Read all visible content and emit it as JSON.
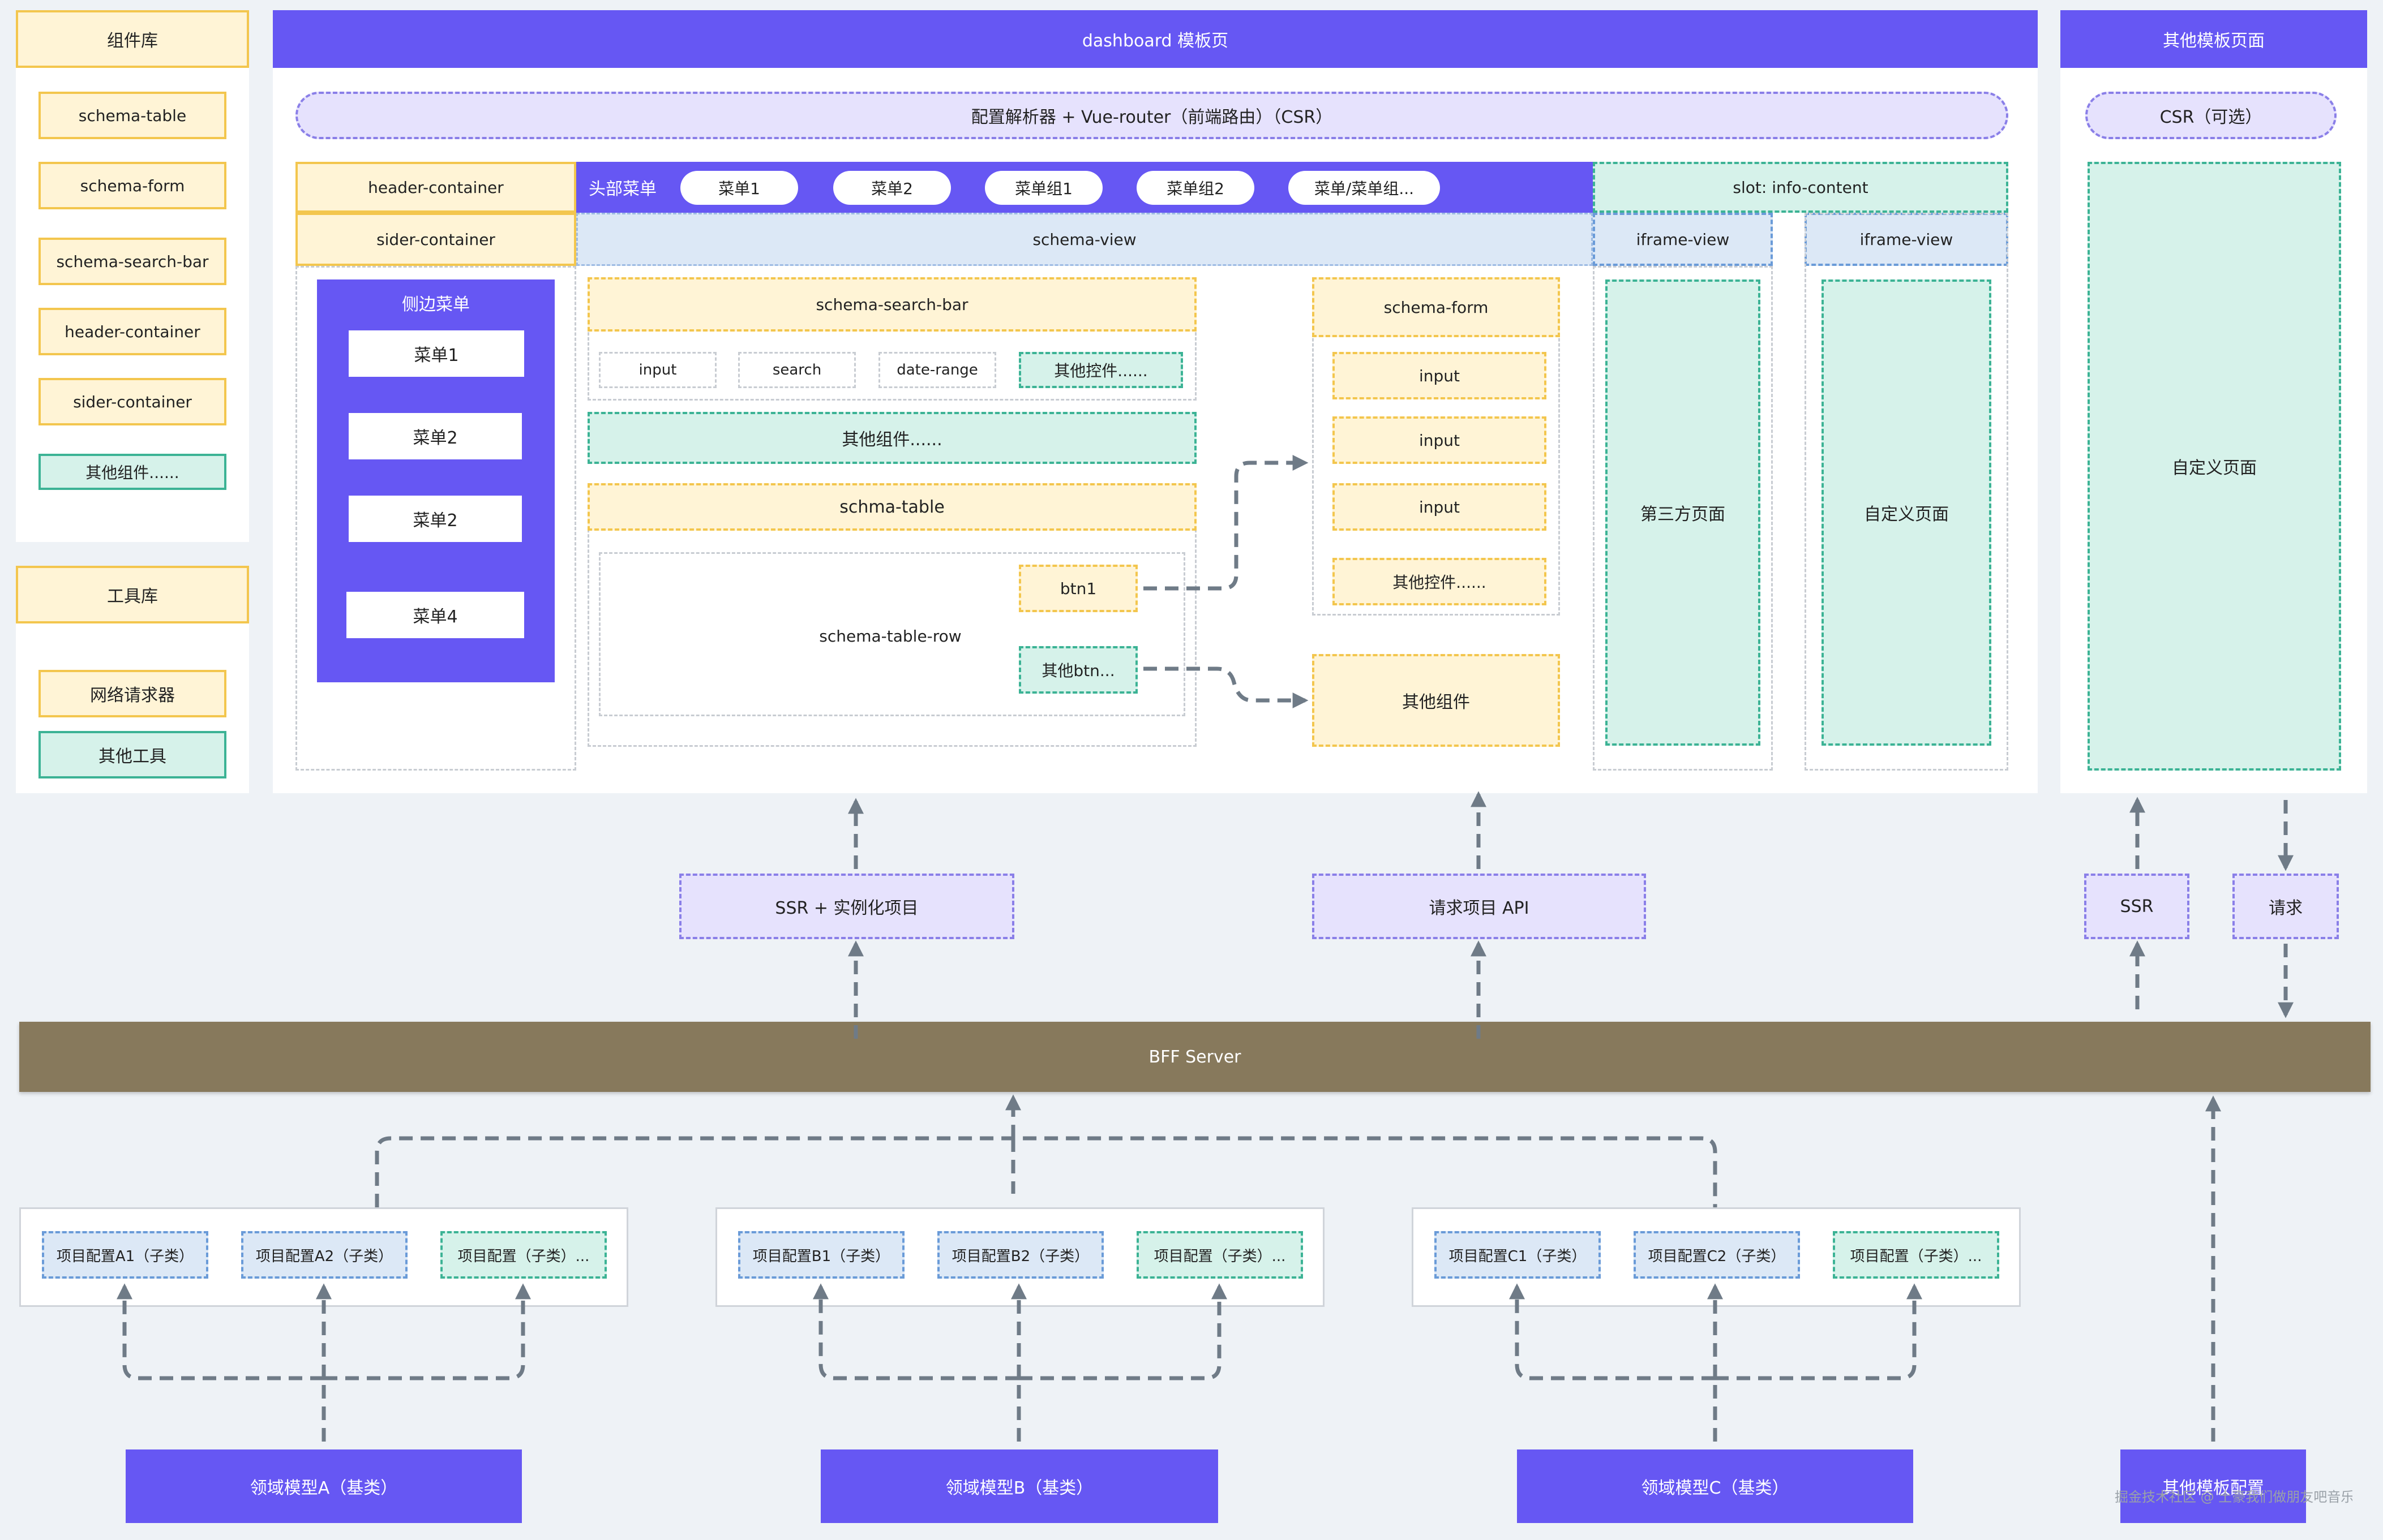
{
  "lib": {
    "title": "组件库",
    "items": [
      "schema-table",
      "schema-form",
      "schema-search-bar",
      "header-container",
      "sider-container"
    ],
    "other": "其他组件......"
  },
  "tools": {
    "title": "工具库",
    "item1": "网络请求器",
    "item2": "其他工具"
  },
  "dashboard": {
    "title": "dashboard 模板页",
    "parser": "配置解析器 + Vue-router（前端路由）（CSR）",
    "header_container": "header-container",
    "sider_container": "sider-container",
    "top_menu_label": "头部菜单",
    "top_menu_items": [
      "菜单1",
      "菜单2",
      "菜单组1",
      "菜单组2",
      "菜单/菜单组..."
    ],
    "slot": "slot: info-content",
    "schema_view": "schema-view",
    "iframe_view": "iframe-view",
    "side_menu_title": "侧边菜单",
    "side_menu_items": [
      "菜单1",
      "菜单2",
      "菜单2",
      "菜单4"
    ],
    "search_bar": "schema-search-bar",
    "controls": [
      "input",
      "search",
      "date-range"
    ],
    "other_controls": "其他控件......",
    "other_components": "其他组件......",
    "schma_table": "schma-table",
    "table_row": "schema-table-row",
    "btn1": "btn1",
    "other_btn": "其他btn...",
    "schema_form": "schema-form",
    "form_inputs": [
      "input",
      "input",
      "input"
    ],
    "form_other_controls": "其他控件......",
    "other_component_box": "其他组件",
    "third_party_page": "第三方页面",
    "custom_page": "自定义页面"
  },
  "other_template": {
    "title": "其他模板页面",
    "csr": "CSR（可选）",
    "custom_page": "自定义页面"
  },
  "middle": {
    "ssr_instance": "SSR + 实例化项目",
    "api": "请求项目 API",
    "ssr": "SSR",
    "request": "请求"
  },
  "bff": "BFF Server",
  "configs": {
    "a": [
      "项目配置A1（子类）",
      "项目配置A2（子类）",
      "项目配置（子类）..."
    ],
    "b": [
      "项目配置B1（子类）",
      "项目配置B2（子类）",
      "项目配置（子类）..."
    ],
    "c": [
      "项目配置C1（子类）",
      "项目配置C2（子类）",
      "项目配置（子类）..."
    ]
  },
  "models": [
    "领域模型A（基类）",
    "领域模型B（基类）",
    "领域模型C（基类）"
  ],
  "other_template_config": "其他模板配置",
  "watermark": "掘金技术社区 @ 土豪我们做朋友吧音乐",
  "colors": {
    "purple": "#6657f3",
    "yellow": "#fff4d6",
    "green": "#d6f2ea",
    "blue": "#dce8f6",
    "lavender": "#e6e2fd",
    "bff": "#87795c"
  }
}
